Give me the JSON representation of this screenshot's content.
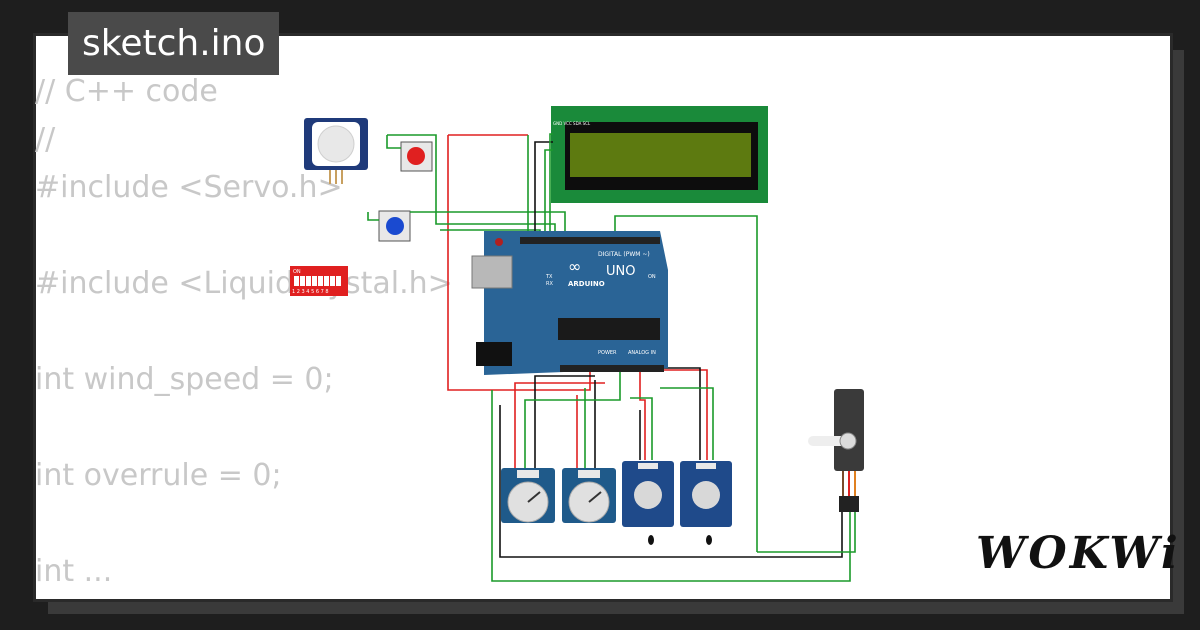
{
  "tab": {
    "title": "sketch.ino"
  },
  "code_lines": [
    "// C++ code",
    "//",
    "#include <Servo.h>",
    "",
    "#include <LiquidCrystal.h>",
    "",
    "int wind_speed = 0;",
    "",
    "int overrule = 0;",
    "",
    "int ..."
  ],
  "arduino": {
    "label_digital": "DIGITAL (PWM ~)",
    "label_uno": "UNO",
    "label_brand": "ARDUINO",
    "label_power": "POWER",
    "label_analog": "ANALOG IN",
    "label_on": "ON",
    "label_tx": "TX",
    "label_rx": "RX"
  },
  "dip_switch": {
    "label_on": "ON",
    "label_numbers": "1 2 3 4 5 6 7 8"
  },
  "servo": {
    "label": ""
  },
  "lcd": {
    "pins": "GND VCC SDA SCL"
  },
  "brand": {
    "logo": "WOKWi"
  },
  "colors": {
    "background": "#1e1e1e",
    "card": "#ffffff",
    "tab": "#4a4a4a",
    "arduino": "#2a6496",
    "lcd_board": "#1a8a3a",
    "lcd_screen": "#5d7a10",
    "wire_red": "#e02020",
    "wire_green": "#1a9a2a",
    "wire_black": "#111111"
  }
}
